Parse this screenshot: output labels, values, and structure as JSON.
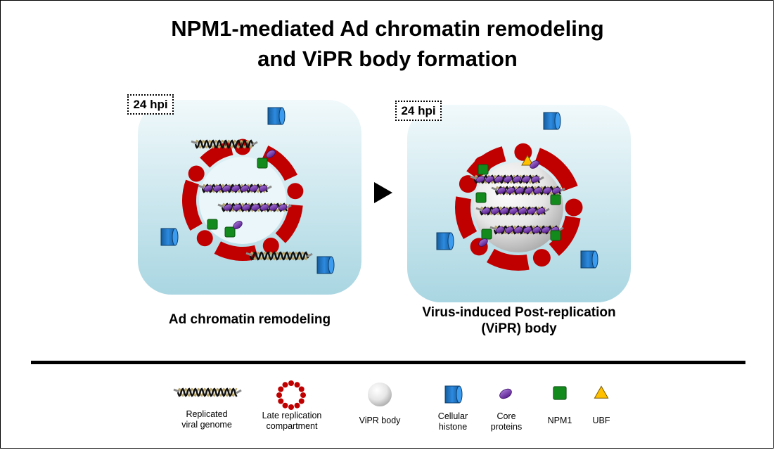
{
  "title": {
    "line1": "NPM1-mediated Ad chromatin remodeling",
    "line2": "and ViPR body formation"
  },
  "panels": [
    {
      "time_label": "24 hpi",
      "caption": "Ad chromatin remodeling"
    },
    {
      "time_label": "24 hpi",
      "caption_line1": "Virus-induced Post-replication",
      "caption_line2": "(ViPR) body"
    }
  ],
  "legend": {
    "genome": {
      "line1": "Replicated",
      "line2": "viral genome"
    },
    "compartment": {
      "line1": "Late replication",
      "line2": "compartment"
    },
    "vipr": {
      "line1": "ViPR body"
    },
    "histone": {
      "line1": "Cellular",
      "line2": "histone"
    },
    "core": {
      "line1": "Core",
      "line2": "proteins"
    },
    "npm1": {
      "line1": "NPM1"
    },
    "ubf": {
      "line1": "UBF"
    }
  },
  "colors": {
    "compartment_red": "#c00000",
    "histone_blue": "#1f78c8",
    "core_purple": "#7030a0",
    "npm1_green": "#138a1c",
    "ubf_yellow": "#ffc000",
    "cell_gradient_top": "#f1f9fb",
    "cell_gradient_bottom": "#a9d6e2"
  },
  "icons": [
    "play-arrow-icon",
    "histone-icon",
    "core-protein-icon",
    "npm1-icon",
    "ubf-icon",
    "genome-icon",
    "vipr-body-icon",
    "compartment-icon"
  ]
}
